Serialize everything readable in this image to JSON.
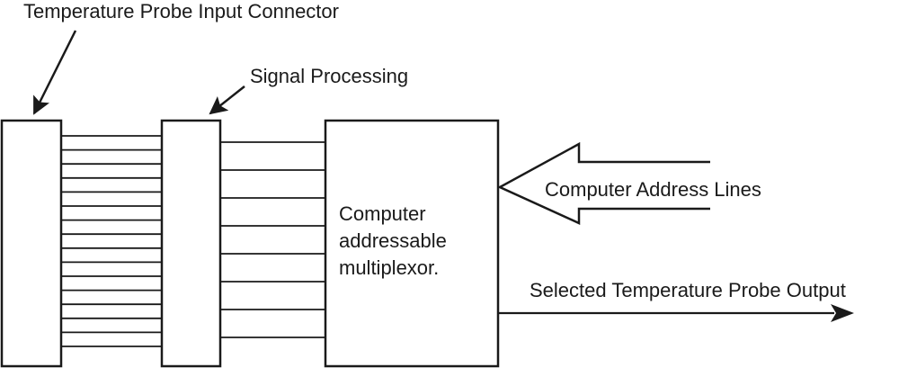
{
  "labels": {
    "connector": "Temperature Probe Input Connector",
    "signal_processing": "Signal Processing",
    "multiplexor": [
      "Computer",
      "addressable",
      "multiplexor."
    ],
    "address_lines": "Computer Address Lines",
    "output": "Selected Temperature Probe Output"
  },
  "connections": {
    "connector_to_processing_lines": 16,
    "processing_to_mux_lines": 8
  },
  "colors": {
    "stroke": "#1a1a1a",
    "background": "#ffffff"
  }
}
